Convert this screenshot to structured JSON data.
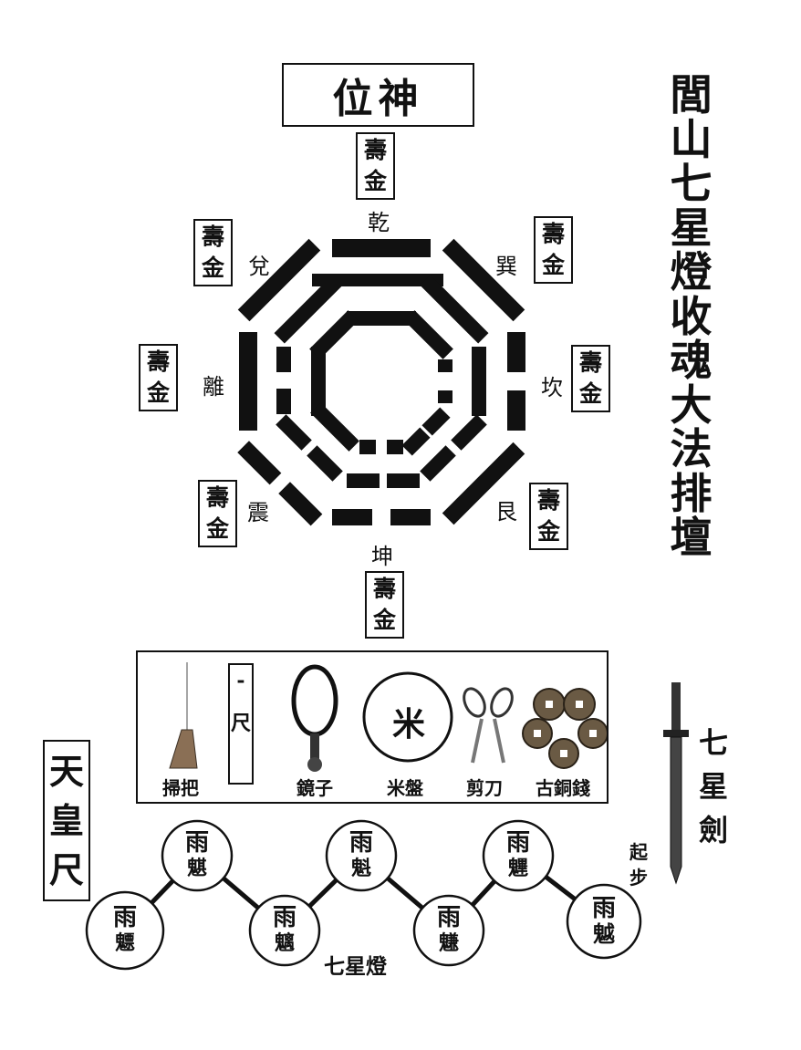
{
  "title": "位神",
  "vertical_title": [
    "閭",
    "山",
    "七",
    "星",
    "燈",
    "收",
    "魂",
    "大",
    "法",
    "排",
    "壇"
  ],
  "tag": {
    "top": "壽",
    "bottom": "金"
  },
  "trigrams": {
    "qian": "乾",
    "xun": "巽",
    "kan": "坎",
    "gen": "艮",
    "kun": "坤",
    "zhen": "震",
    "li": "離",
    "dui": "兌"
  },
  "tools": {
    "broom": "掃把",
    "ruler_top": "-",
    "ruler_char": "尺",
    "mirror": "鏡子",
    "rice_char": "米",
    "rice_plate": "米盤",
    "scissors": "剪刀",
    "coins": "古銅錢"
  },
  "tianhuang_ruler": [
    "天",
    "皇",
    "尺"
  ],
  "sword": [
    "七",
    "星",
    "劍"
  ],
  "start": [
    "起",
    "步"
  ],
  "lamps": {
    "label": "七星燈",
    "top_char": "雨",
    "items": [
      "魒",
      "魌",
      "魑",
      "魁",
      "魐",
      "魓",
      "魆"
    ]
  },
  "colors": {
    "ink": "#111111",
    "paper": "#ffffff",
    "copper": "#6a5a44"
  }
}
